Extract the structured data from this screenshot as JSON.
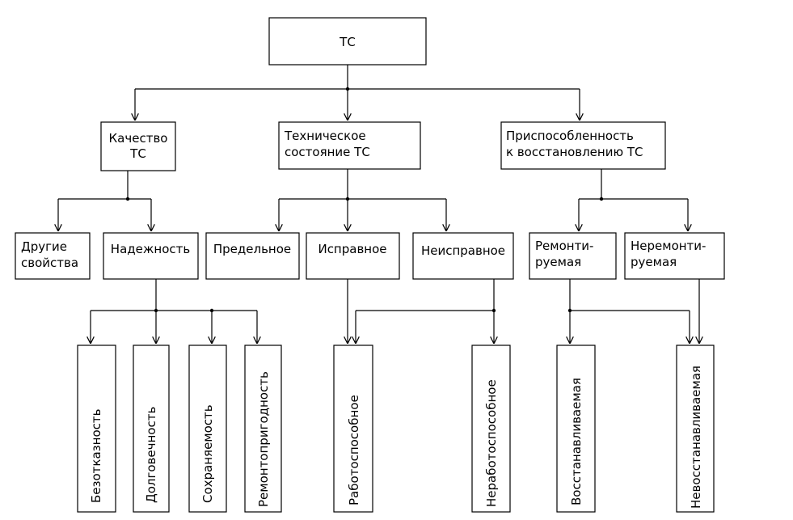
{
  "diagram": {
    "root": "ТС",
    "level1": {
      "quality": [
        "Качество",
        "ТС"
      ],
      "tech_state": [
        "Техническое",
        "состояние ТС"
      ],
      "restorability": [
        "Приспособленность",
        "к восстановлению ТС"
      ]
    },
    "level2": {
      "other": [
        "Другие",
        "свойства"
      ],
      "reliability": "Надежность",
      "limit": "Предельное",
      "serviceable": "Исправное",
      "faulty": "Неисправное",
      "repairable": [
        "Ремонти-",
        "руемая"
      ],
      "nonrepairable": [
        "Неремонти-",
        "руемая"
      ]
    },
    "level3": {
      "failure_free": "Безотказность",
      "durability": "Долговечность",
      "storability": "Сохраняемость",
      "maintainability": "Ремонтопригодность",
      "operable": "Работоспособное",
      "inoperable": "Неработоспособное",
      "restorable": "Восстанавливаемая",
      "nonrestorable": "Невосстанавливаемая"
    }
  }
}
